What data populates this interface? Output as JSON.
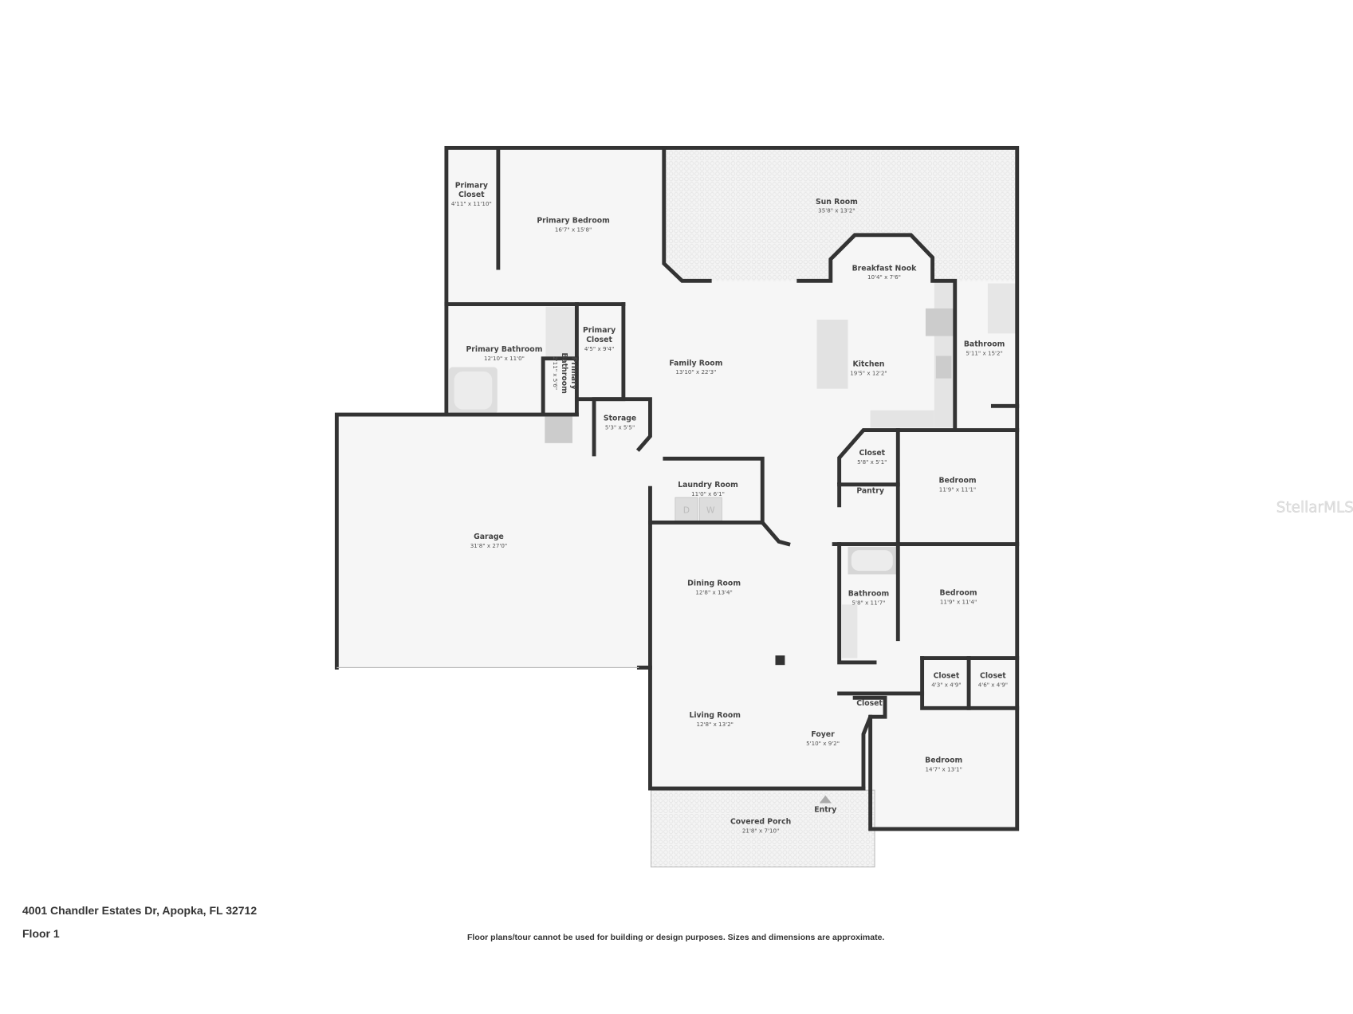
{
  "address": "4001 Chandler Estates Dr, Apopka, FL 32712",
  "floor_label": "Floor 1",
  "disclaimer": "Floor plans/tour cannot be used for building or design purposes. Sizes and dimensions are approximate.",
  "watermark": "StellarMLS",
  "colors": {
    "wall": "#333333",
    "floor": "#f6f6f6",
    "fixture": "#dddddd"
  },
  "rooms": [
    {
      "name": "Primary Closet",
      "dims": "4'11\" x 11'10\""
    },
    {
      "name": "Primary Bedroom",
      "dims": "16'7\" x 15'8\""
    },
    {
      "name": "Sun Room",
      "dims": "35'8\" x 13'2\""
    },
    {
      "name": "Breakfast Nook",
      "dims": "10'4\" x 7'6\""
    },
    {
      "name": "Primary Bathroom",
      "dims": "12'10\" x 11'0\""
    },
    {
      "name": "Primary Closet",
      "dims": "4'5\" x 9'4\""
    },
    {
      "name": "Primary Bathroom",
      "dims": "2'11\" x 5'6\""
    },
    {
      "name": "Family Room",
      "dims": "13'10\" x 22'3\""
    },
    {
      "name": "Kitchen",
      "dims": "19'5\" x 12'2\""
    },
    {
      "name": "Bathroom",
      "dims": "5'11\" x 15'2\""
    },
    {
      "name": "Storage",
      "dims": "5'3\" x 5'5\""
    },
    {
      "name": "Closet",
      "dims": "5'8\" x 5'1\""
    },
    {
      "name": "Bedroom",
      "dims": "11'9\" x 11'1\""
    },
    {
      "name": "Pantry",
      "dims": ""
    },
    {
      "name": "Laundry Room",
      "dims": "11'0\" x 6'1\""
    },
    {
      "name": "Garage",
      "dims": "31'8\" x 27'0\""
    },
    {
      "name": "Dining Room",
      "dims": "12'8\" x 13'4\""
    },
    {
      "name": "Bathroom",
      "dims": "5'8\" x 11'7\""
    },
    {
      "name": "Bedroom",
      "dims": "11'9\" x 11'4\""
    },
    {
      "name": "Closet",
      "dims": "4'3\" x 4'9\""
    },
    {
      "name": "Closet",
      "dims": "4'6\" x 4'9\""
    },
    {
      "name": "Closet",
      "dims": ""
    },
    {
      "name": "Living Room",
      "dims": "12'8\" x 13'2\""
    },
    {
      "name": "Foyer",
      "dims": "5'10\" x 9'2\""
    },
    {
      "name": "Bedroom",
      "dims": "14'7\" x 13'1\""
    },
    {
      "name": "Entry",
      "dims": ""
    },
    {
      "name": "Covered Porch",
      "dims": "21'8\" x 7'10\""
    }
  ],
  "appliances": {
    "dryer": "D",
    "washer": "W"
  }
}
